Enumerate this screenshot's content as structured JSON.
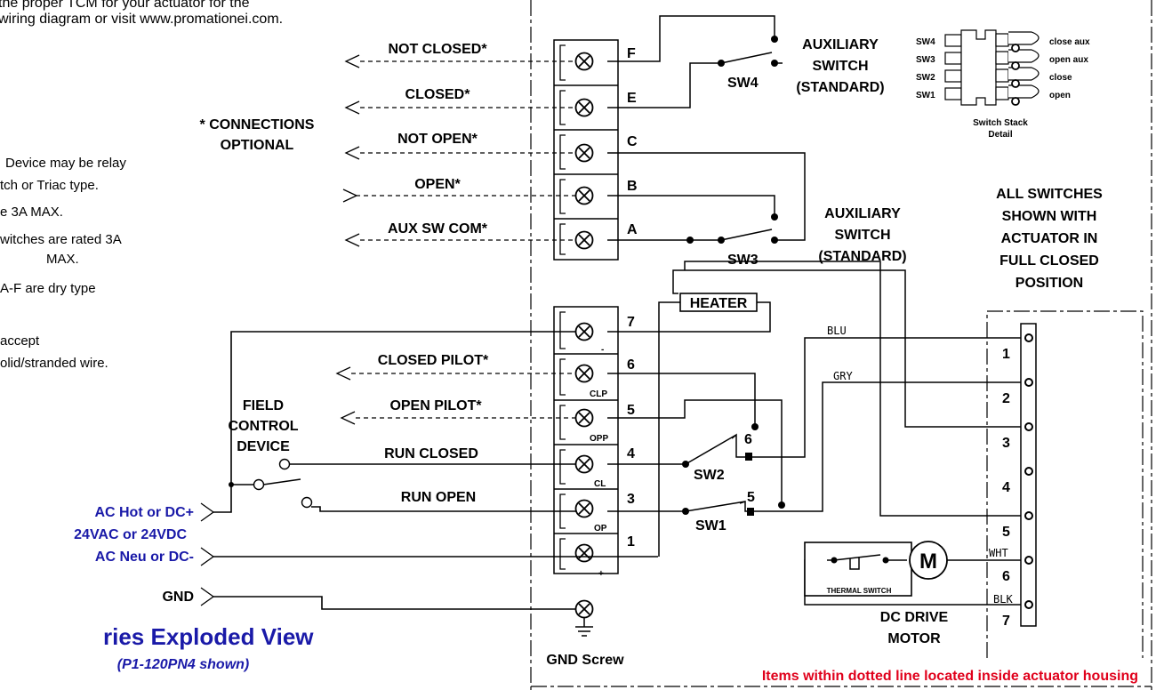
{
  "intro_lines": [
    "the proper TCM for your actuator for the",
    "wiring diagram or visit www.promationei.com."
  ],
  "notes": [
    "Device may be relay",
    "tch or Triac type.",
    "e 3A MAX.",
    "witches are rated 3A",
    "MAX.",
    "A-F are dry type",
    "accept",
    "olid/stranded wire."
  ],
  "connections_optional": [
    "* CONNECTIONS",
    "OPTIONAL"
  ],
  "signals": {
    "not_closed": "NOT CLOSED*",
    "closed": "CLOSED*",
    "not_open": "NOT OPEN*",
    "open": "OPEN*",
    "aux_sw_com": "AUX SW COM*",
    "closed_pilot": "CLOSED PILOT*",
    "open_pilot": "OPEN PILOT*",
    "run_closed": "RUN CLOSED",
    "run_open": "RUN OPEN"
  },
  "terminals_upper": [
    "F",
    "E",
    "C",
    "B",
    "A"
  ],
  "terminals_lower": [
    "7",
    "6",
    "5",
    "4",
    "3",
    "1"
  ],
  "sub_labels": [
    "-",
    "CLP",
    "OPP",
    "CL",
    "OP",
    "+"
  ],
  "field_control": [
    "FIELD",
    "CONTROL",
    "DEVICE"
  ],
  "power": {
    "ac_hot": "AC Hot or DC+",
    "voltage": "24VAC or 24VDC",
    "ac_neu": "AC Neu or DC-",
    "gnd": "GND"
  },
  "gnd_screw": "GND Screw",
  "footer": {
    "title": "ries Exploded View",
    "subtitle": "(P1-120PN4 shown)"
  },
  "aux_switch_label": [
    "AUXILIARY",
    "SWITCH",
    "(STANDARD)"
  ],
  "switches": {
    "sw1": "SW1",
    "sw2": "SW2",
    "sw3": "SW3",
    "sw4": "SW4"
  },
  "contact_numbers": {
    "six": "6",
    "five": "5"
  },
  "heater": "HEATER",
  "stack": {
    "rows": [
      {
        "sw": "SW4",
        "label": "close aux"
      },
      {
        "sw": "SW3",
        "label": "open aux"
      },
      {
        "sw": "SW2",
        "label": "close"
      },
      {
        "sw": "SW1",
        "label": "open"
      }
    ],
    "caption": [
      "Switch Stack",
      "Detail"
    ]
  },
  "all_switches": [
    "ALL SWITCHES",
    "SHOWN WITH",
    "ACTUATOR IN",
    "FULL CLOSED",
    "POSITION"
  ],
  "wire_colors": [
    "BLU",
    "GRY",
    "WHT",
    "BLK"
  ],
  "board_pins": [
    "1",
    "2",
    "3",
    "4",
    "5",
    "6",
    "7"
  ],
  "motor": {
    "symbol": "M",
    "thermal": "THERMAL SWITCH",
    "label": [
      "DC DRIVE",
      "MOTOR"
    ]
  },
  "inside_note": "Items within dotted line located inside actuator housing",
  "colors": {
    "blue": "#1a1aa8",
    "red": "#e0001b",
    "black": "#000000"
  }
}
